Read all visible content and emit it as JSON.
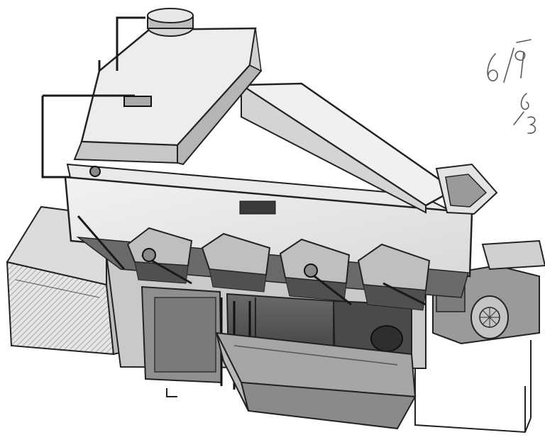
{
  "photo": {
    "subject": "grain-cleaning-machine",
    "background": "#ffffff",
    "ink": "#1a1a1a"
  },
  "annotation": {
    "text": "6/9 6/3",
    "style": "handwritten-pencil"
  }
}
